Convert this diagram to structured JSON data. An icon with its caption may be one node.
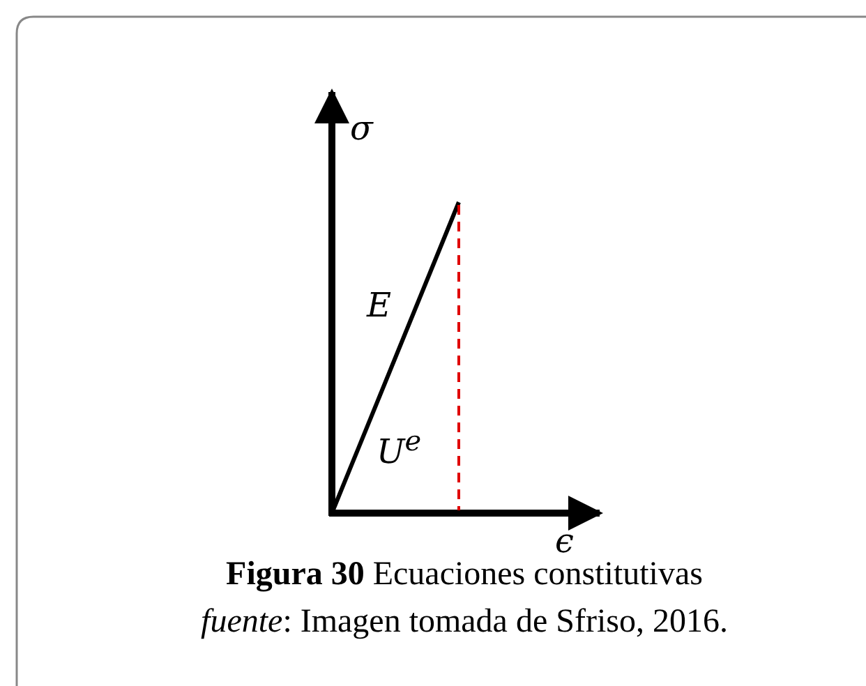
{
  "diagram": {
    "caption": "**Figura 30** Ecuaciones constitutivas",
    "labels": [
      "σ",
      "E",
      "U$^{e}$",
      "ϵ",
      "*fuente*: Imagen tomada de Sfriso, 2016."
    ]
  }
}
